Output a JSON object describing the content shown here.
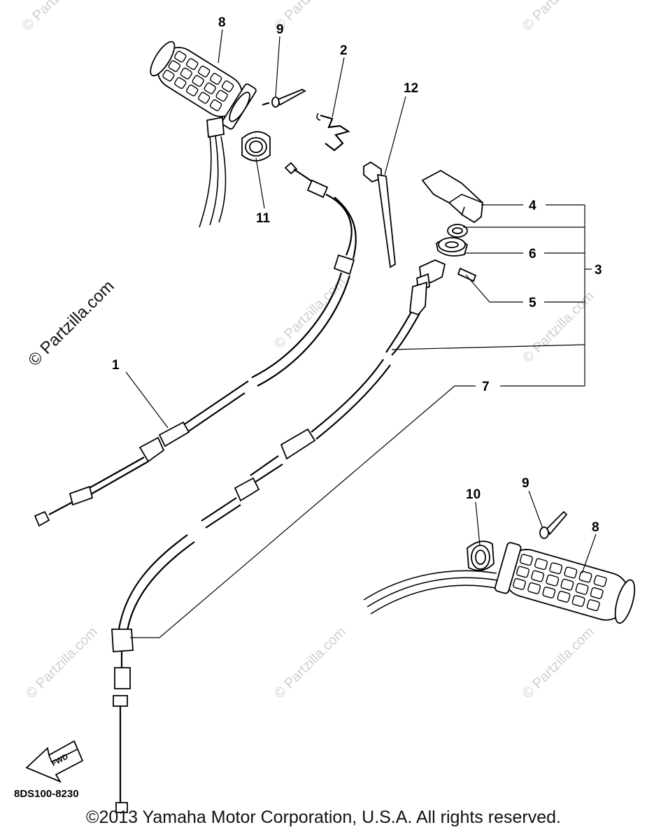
{
  "watermarks": {
    "main": "© Partzilla.com",
    "small": "© Partzilla.com"
  },
  "callouts": {
    "c1": "1",
    "c2": "2",
    "c3": "3",
    "c4": "4",
    "c5": "5",
    "c6": "6",
    "c7": "7",
    "c8a": "8",
    "c8b": "8",
    "c9a": "9",
    "c9b": "9",
    "c10": "10",
    "c11": "11",
    "c12": "12"
  },
  "fwd_label": "FWD",
  "diagram_code": "8DS100-8230",
  "copyright": "©2013  Yamaha Motor Corporation, U.S.A. All rights reserved."
}
